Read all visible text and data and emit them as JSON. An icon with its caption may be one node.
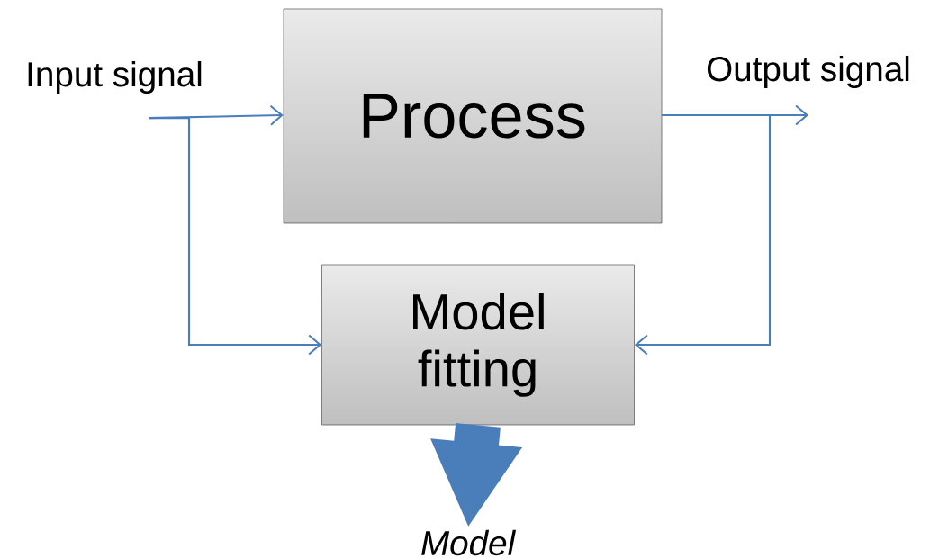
{
  "diagram": {
    "nodes": [
      {
        "text": [
          "Input signal"
        ]
      },
      {
        "text": [
          "Process"
        ]
      },
      {
        "text": [
          "Output signal"
        ]
      },
      {
        "text": [
          "Model fitting"
        ]
      },
      {
        "text": [
          "*Model*"
        ]
      }
    ],
    "edges": [
      {
        "from": 0,
        "to": 1,
        "arrow": "to"
      },
      {
        "from": 0,
        "to": 3,
        "arrow": "to"
      },
      {
        "from": 1,
        "to": 2,
        "arrow": "to"
      },
      {
        "from": 1,
        "to": 3,
        "arrow": "to"
      },
      {
        "from": 3,
        "to": 4,
        "arrow": "to",
        "style": "thick"
      }
    ]
  }
}
